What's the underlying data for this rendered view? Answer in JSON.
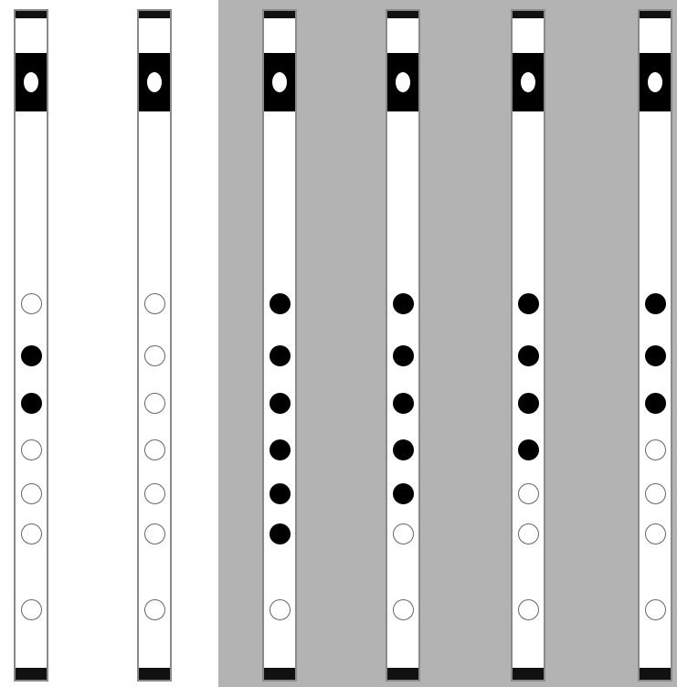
{
  "colors": {
    "background_left": "#ffffff",
    "background_right": "#b3b3b3",
    "flute_body": "#ffffff",
    "flute_outline": "#8a8a8a",
    "closed_hole": "#000000",
    "open_hole": "#ffffff"
  },
  "fingerings": [
    {
      "background": "white",
      "holes": [
        "open",
        "closed",
        "closed",
        "open",
        "open",
        "open",
        "open"
      ]
    },
    {
      "background": "white",
      "holes": [
        "open",
        "open",
        "open",
        "open",
        "open",
        "open",
        "open"
      ]
    },
    {
      "background": "gray",
      "holes": [
        "closed",
        "closed",
        "closed",
        "closed",
        "closed",
        "closed",
        "open"
      ]
    },
    {
      "background": "gray",
      "holes": [
        "closed",
        "closed",
        "closed",
        "closed",
        "closed",
        "open",
        "open"
      ]
    },
    {
      "background": "gray",
      "holes": [
        "closed",
        "closed",
        "closed",
        "closed",
        "open",
        "open",
        "open"
      ]
    },
    {
      "background": "gray",
      "holes": [
        "closed",
        "closed",
        "closed",
        "open",
        "open",
        "open",
        "open"
      ]
    }
  ]
}
